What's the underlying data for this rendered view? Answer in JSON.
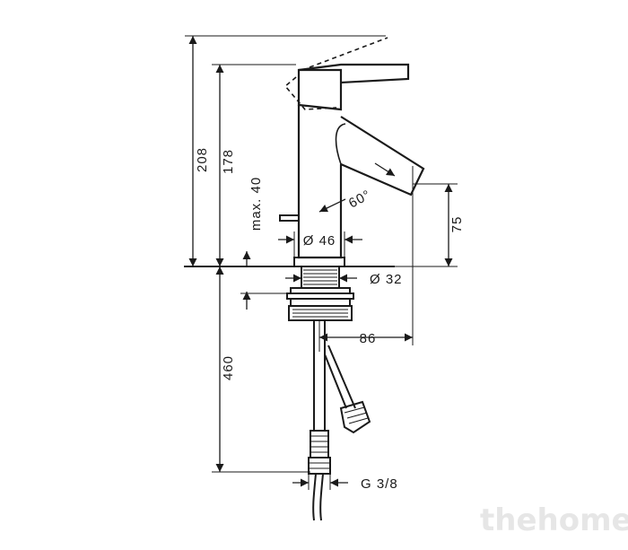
{
  "dimensions": {
    "total_height": "208",
    "spout_height": "178",
    "max_drain": "max. 40",
    "outlet_height": "75",
    "body_diameter": "Ø 46",
    "hole_diameter": "Ø 32",
    "handle_angle": "60°",
    "spout_reach": "86",
    "hose_length": "460",
    "connection": "G 3/8"
  },
  "watermark": "thehome"
}
